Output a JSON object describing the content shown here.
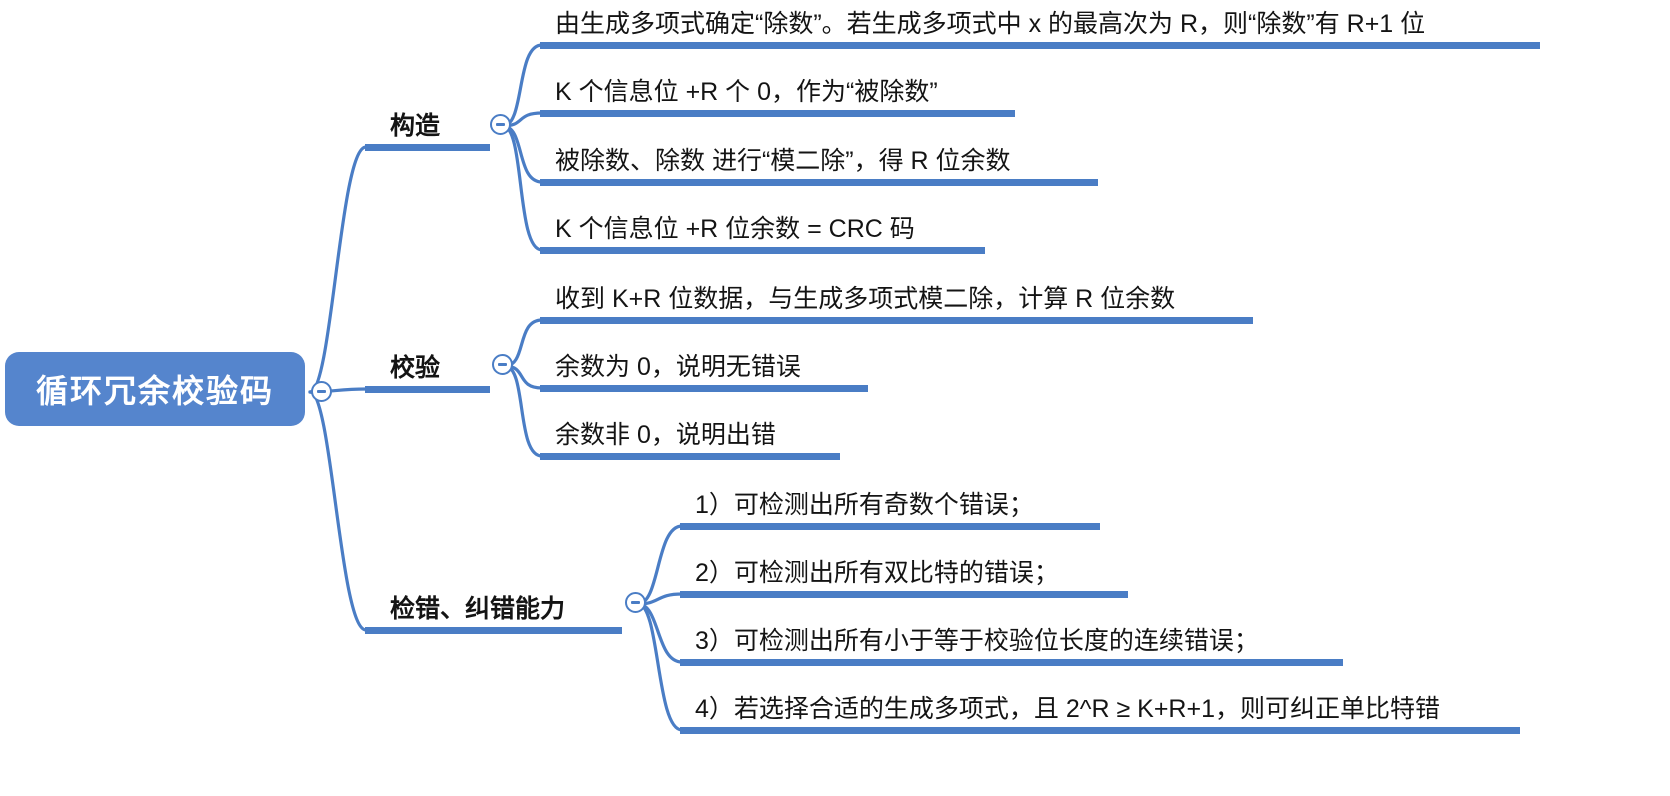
{
  "root": {
    "label": "循环冗余校验码"
  },
  "branches": [
    {
      "label": "构造",
      "children": [
        {
          "text": "由生成多项式确定“除数”。若生成多项式中 x 的最高次为 R，则“除数”有 R+1 位"
        },
        {
          "text": "K 个信息位 +R 个 0，作为“被除数”"
        },
        {
          "text": "被除数、除数 进行“模二除”，得 R 位余数"
        },
        {
          "text": "K 个信息位 +R 位余数 = CRC 码"
        }
      ]
    },
    {
      "label": "校验",
      "children": [
        {
          "text": "收到 K+R 位数据，与生成多项式模二除，计算 R 位余数"
        },
        {
          "text": "余数为 0，说明无错误"
        },
        {
          "text": "余数非 0，说明出错"
        }
      ]
    },
    {
      "label": "检错、纠错能力",
      "children": [
        {
          "text": "1）可检测出所有奇数个错误；"
        },
        {
          "text": "2）可检测出所有双比特的错误；"
        },
        {
          "text": "3）可检测出所有小于等于校验位长度的连续错误；"
        },
        {
          "text": "4）若选择合适的生成多项式，且 2^R ≥ K+R+1，则可纠正单比特错"
        }
      ]
    }
  ],
  "colors": {
    "accent": "#4a7dc5",
    "root_bg": "#5585cd",
    "root_text": "#ffffff",
    "text": "#141414"
  }
}
